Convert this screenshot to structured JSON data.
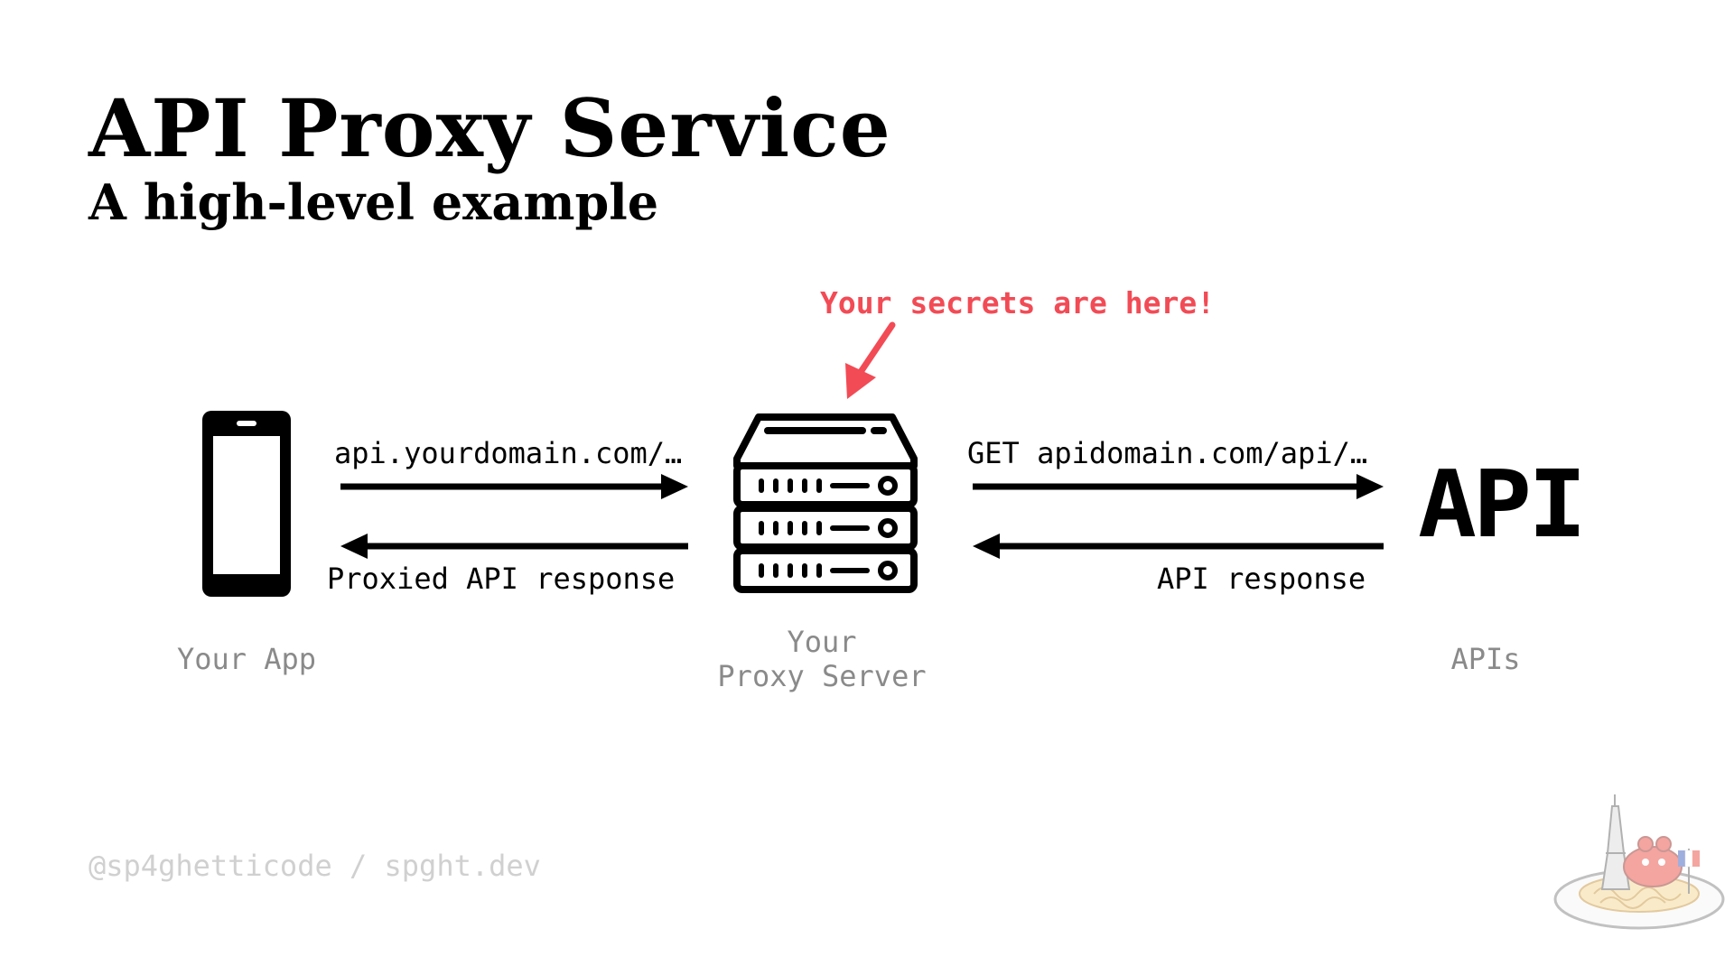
{
  "slide": {
    "title": "API Proxy Service",
    "subtitle": "A high-level example",
    "callout": "Your secrets are here!",
    "footer": "@sp4ghetticode / spght.dev"
  },
  "nodes": {
    "app": {
      "label": "Your App",
      "icon": "smartphone-icon"
    },
    "proxy": {
      "label_line1": "Your",
      "label_line2": "Proxy Server",
      "icon": "server-icon"
    },
    "apis": {
      "label": "APIs",
      "icon_text": "API"
    }
  },
  "edges": {
    "app_to_proxy": "api.yourdomain.com/…",
    "proxy_to_app": "Proxied API response",
    "proxy_to_api": "GET apidomain.com/api/…",
    "api_to_proxy": "API response"
  },
  "colors": {
    "accent": "#f24b55",
    "text": "#000000",
    "muted": "#8a8a8a",
    "footer": "#d0d0d0"
  }
}
